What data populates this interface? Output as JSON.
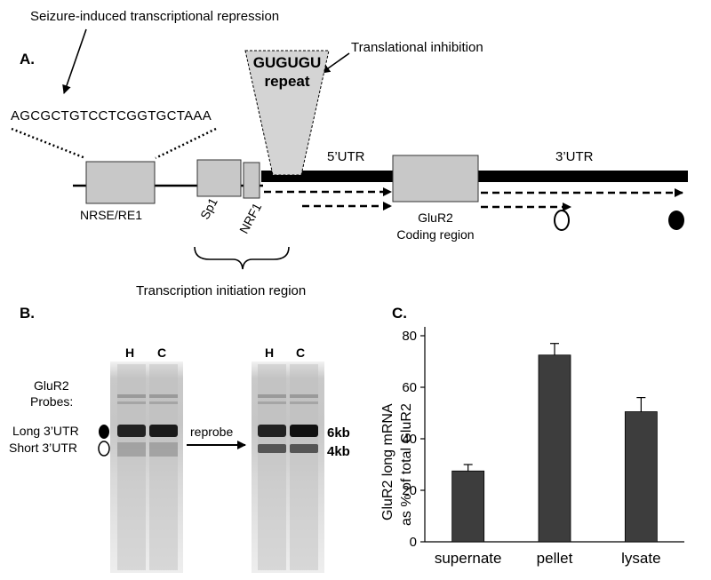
{
  "panel_a": {
    "label": "A.",
    "seizure_text": "Seizure-induced transcriptional repression",
    "sequence": "AGCGCTGTCCTCGGTGCTAAA",
    "translational_text": "Translational inhibition",
    "repeat_line1": "GUGUGU",
    "repeat_line2": "repeat",
    "utr5": "5’UTR",
    "utr3": "3’UTR",
    "nrse": "NRSE/RE1",
    "sp1": "Sp1",
    "nrf1": "NRF1",
    "coding_line1": "GluR2",
    "coding_line2": "Coding region",
    "initiation": "Transcription initiation region"
  },
  "panel_b": {
    "label": "B.",
    "lane_h": "H",
    "lane_c": "C",
    "probes_line1": "GluR2",
    "probes_line2": "Probes:",
    "long_utr": "Long 3’UTR",
    "short_utr": "Short 3’UTR",
    "reprobe": "reprobe",
    "kb6": "6kb",
    "kb4": "4kb"
  },
  "panel_c": {
    "label": "C."
  },
  "chart_data": {
    "type": "bar",
    "categories": [
      "supernate",
      "pellet",
      "lysate"
    ],
    "values": [
      27.5,
      72.5,
      50.5
    ],
    "errors": [
      2.5,
      4.5,
      5.5
    ],
    "ylabel_line1": "GluR2 long mRNA",
    "ylabel_line2": "as % of total GluR2",
    "ylim": [
      0,
      80
    ],
    "yticks": [
      0,
      20,
      40,
      60,
      80
    ],
    "bar_color": "#3d3d3d"
  }
}
